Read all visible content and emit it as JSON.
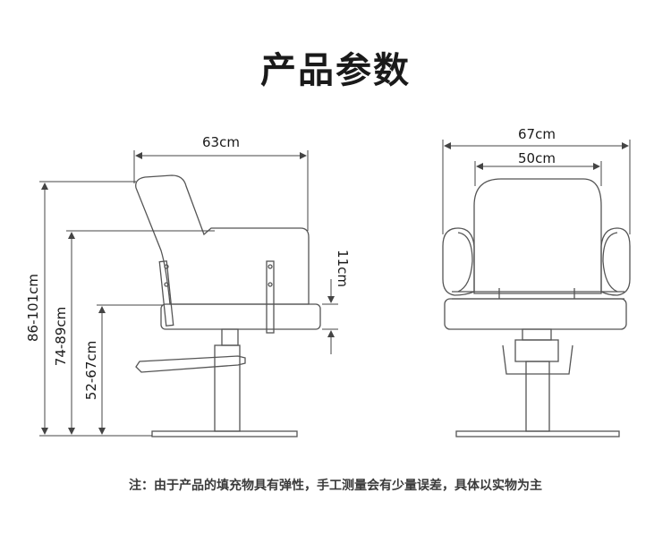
{
  "header": {
    "title": "产品参数"
  },
  "side_view": {
    "width_label": "63cm",
    "height_total_label": "86-101cm",
    "height_back_label": "74-89cm",
    "height_seat_label": "52-67cm",
    "seat_thickness_label": "11cm"
  },
  "front_view": {
    "outer_width_label": "67cm",
    "inner_width_label": "50cm"
  },
  "footer": {
    "note": "注：由于产品的填充物具有弹性，手工测量会有少量误差，具体以实物为主"
  },
  "colors": {
    "line": "#555555",
    "text": "#1a1a1a"
  }
}
